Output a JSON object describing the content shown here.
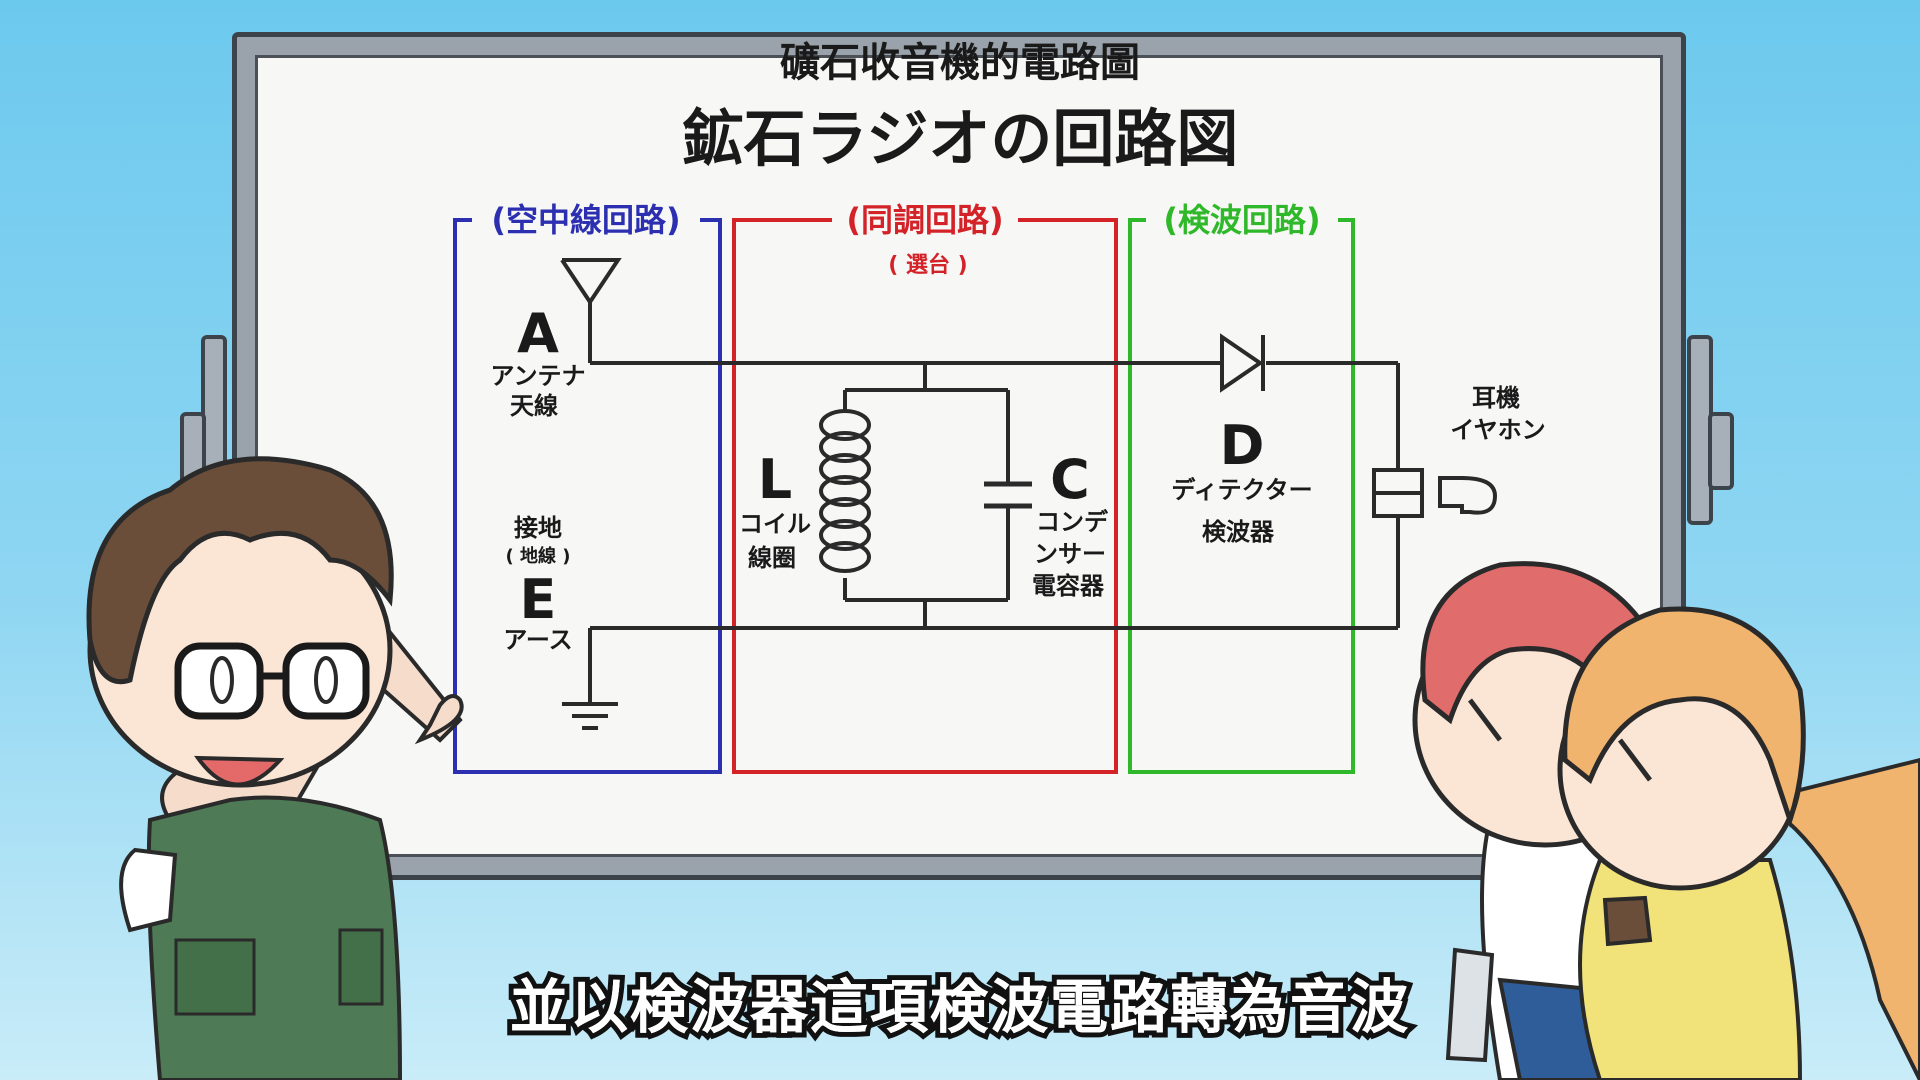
{
  "board": {
    "title_chinese": "礦石收音機的電路圖",
    "title_japanese": "鉱石ラジオの回路図"
  },
  "sections": {
    "antenna_circuit": {
      "label": "(空中線回路)",
      "color": "#2b2fb0"
    },
    "tuning_circuit": {
      "label": "(同調回路)",
      "sublabel": "( 選台 )",
      "color": "#d32228"
    },
    "detector_circuit": {
      "label": "(検波回路)",
      "color": "#2fb82a"
    }
  },
  "components": {
    "antenna": {
      "letter": "A",
      "line1": "アンテナ",
      "line2": "天線"
    },
    "ground": {
      "line1": "接地",
      "line2": "( 地線 )",
      "letter": "E",
      "line3": "アース"
    },
    "coil": {
      "letter": "L",
      "line1": "コイル",
      "line2": "線圈"
    },
    "capacitor": {
      "letter": "C",
      "line1": "コンデ",
      "line2": "ンサー",
      "line3": "電容器"
    },
    "detector": {
      "letter": "D",
      "line1": "ディテクター",
      "line2": "検波器"
    },
    "earphone": {
      "line1": "耳機",
      "line2": "イヤホン"
    }
  },
  "subtitle": "並以検波器這項検波電路轉為音波",
  "colors": {
    "sky": "#6cc9ee",
    "board": "#f7f8f6",
    "wire": "#2a2a2a"
  }
}
